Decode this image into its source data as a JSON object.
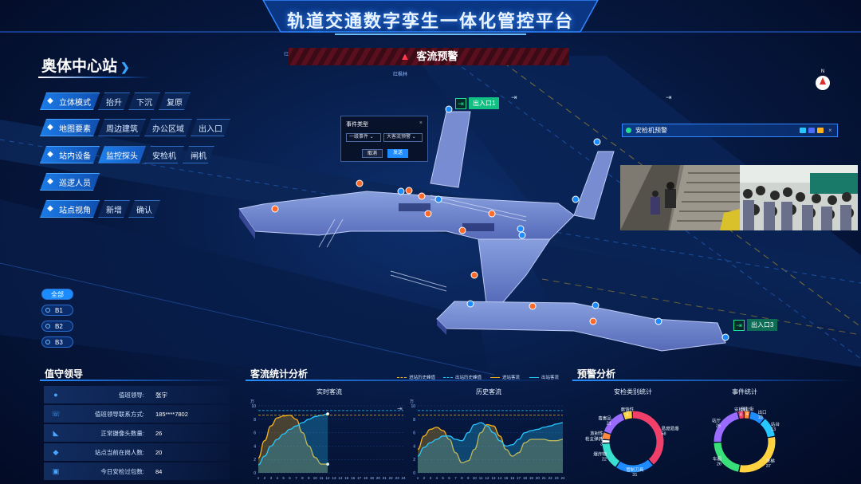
{
  "header": {
    "title": "轨道交通数字孪生一体化管控平台"
  },
  "station": {
    "name": "奥体中心站",
    "arrow": "❯"
  },
  "alert": {
    "label": "客流预警"
  },
  "map_labels": {
    "street_top": "红枫林",
    "street_left": "红枫林",
    "compass": "N"
  },
  "categories": [
    {
      "label": "立体模式",
      "icon": "cube-icon",
      "items": [
        "抬升",
        "下沉",
        "复原"
      ],
      "active": -1
    },
    {
      "label": "地图要素",
      "icon": "layers-icon",
      "items": [
        "周边建筑",
        "办公区域",
        "出入口"
      ],
      "active": -1
    },
    {
      "label": "站内设备",
      "icon": "device-icon",
      "items": [
        "监控探头",
        "安检机",
        "闸机"
      ],
      "active": 0
    },
    {
      "label": "巡逻人员",
      "icon": "people-icon",
      "items": [],
      "active": -1
    },
    {
      "label": "站点视角",
      "icon": "view-icon",
      "items": [
        "新增",
        "确认"
      ],
      "active": -1
    }
  ],
  "floors": [
    {
      "label": "全部",
      "active": true
    },
    {
      "label": "B1"
    },
    {
      "label": "B2"
    },
    {
      "label": "B3"
    }
  ],
  "entrances": {
    "e1": "出入口1",
    "e3": "出入口3"
  },
  "event_dialog": {
    "title": "事件类型",
    "close": "×",
    "select1": "一级事件",
    "select2": "大客流预警",
    "cancel": "取消",
    "send": "发送"
  },
  "camera_panel": {
    "title": "安检机预警",
    "close": "×"
  },
  "duty": {
    "title": "值守领导",
    "rows": [
      {
        "icon": "person-icon",
        "label": "值班领导:",
        "value": "张宇"
      },
      {
        "icon": "phone-icon",
        "label": "值班领导联系方式:",
        "value": "185****7802"
      },
      {
        "icon": "camera-icon",
        "label": "正常摄像头数量:",
        "value": "26"
      },
      {
        "icon": "people-count-icon",
        "label": "站点当前在岗人数:",
        "value": "20"
      },
      {
        "icon": "bag-icon",
        "label": "今日安检过包数:",
        "value": "84"
      }
    ]
  },
  "flow": {
    "title": "客流统计分析",
    "legend": [
      "进站历史峰值",
      "出站历史峰值",
      "进站客流",
      "出站客流"
    ],
    "realtime_title": "实时客流",
    "history_title": "历史客流",
    "y_unit": "万"
  },
  "warning": {
    "title": "预警分析",
    "security_title": "安检类别统计",
    "event_title": "事件统计"
  },
  "colors": {
    "accent": "#1e8cff",
    "in_flow": "#f5b21c",
    "out_flow": "#27c7ff",
    "alert": "#ff3b4b"
  },
  "chart_data": [
    {
      "type": "line",
      "title": "实时客流",
      "x": [
        1,
        2,
        3,
        4,
        5,
        6,
        7,
        8,
        9,
        10,
        11,
        12,
        13,
        14,
        15,
        16,
        17,
        18,
        19,
        20,
        21,
        22,
        23,
        24
      ],
      "ylim": [
        0,
        10
      ],
      "yticks": [
        0,
        2,
        4,
        6,
        8,
        10
      ],
      "series": [
        {
          "name": "进站客流",
          "values": [
            2.2,
            4.8,
            7.0,
            8.2,
            8.5,
            8.6,
            8.0,
            6.0,
            4.0,
            2.3,
            1.3,
            1.3
          ]
        },
        {
          "name": "出站客流",
          "values": [
            1.2,
            2.5,
            4.0,
            5.0,
            5.8,
            6.5,
            7.0,
            7.5,
            8.0,
            8.4,
            8.6,
            8.8
          ]
        },
        {
          "name": "进站历史峰值",
          "values": [
            8.6,
            8.6,
            8.6,
            8.6,
            8.6,
            8.6,
            8.6,
            8.6,
            8.6,
            8.6,
            8.6,
            8.6,
            8.6,
            8.6,
            8.6,
            8.6,
            8.6,
            8.6,
            8.6,
            8.6,
            8.6,
            8.6,
            8.6,
            8.6
          ]
        },
        {
          "name": "出站历史峰值",
          "values": [
            9.3,
            9.3,
            9.3,
            9.3,
            9.3,
            9.3,
            9.3,
            9.3,
            9.3,
            9.3,
            9.3,
            9.3,
            9.3,
            9.3,
            9.3,
            9.3,
            9.3,
            9.3,
            9.3,
            9.3,
            9.3,
            9.3,
            9.3,
            9.3
          ]
        }
      ]
    },
    {
      "type": "line",
      "title": "历史客流",
      "x": [
        1,
        2,
        3,
        4,
        5,
        6,
        7,
        8,
        9,
        10,
        11,
        12,
        13,
        14,
        15,
        16,
        17,
        18,
        19,
        20,
        21,
        22,
        23,
        24
      ],
      "ylim": [
        0,
        10
      ],
      "yticks": [
        0,
        2,
        4,
        6,
        8,
        10
      ],
      "series": [
        {
          "name": "进站客流",
          "values": [
            3.5,
            5.5,
            6.5,
            6.8,
            6.3,
            5.0,
            3.0,
            1.5,
            1.8,
            3.5,
            6.0,
            7.2,
            7.0,
            5.5,
            3.5,
            2.5,
            3.0,
            4.5,
            5.0,
            5.0,
            5.0,
            4.8,
            4.8,
            5.0
          ]
        },
        {
          "name": "出站客流",
          "values": [
            2.5,
            3.8,
            4.5,
            5.0,
            5.5,
            5.5,
            5.0,
            4.8,
            6.0,
            7.2,
            7.5,
            7.0,
            6.0,
            4.8,
            4.0,
            4.2,
            5.0,
            6.0,
            6.3,
            6.5,
            6.8,
            7.0,
            7.3,
            7.5
          ]
        },
        {
          "name": "进站历史峰值",
          "values": [
            8.6,
            8.6,
            8.6,
            8.6,
            8.6,
            8.6,
            8.6,
            8.6,
            8.6,
            8.6,
            8.6,
            8.6,
            8.6,
            8.6,
            8.6,
            8.6,
            8.6,
            8.6,
            8.6,
            8.6,
            8.6,
            8.6,
            8.6,
            8.6
          ]
        },
        {
          "name": "出站历史峰值",
          "values": [
            9.3,
            9.3,
            9.3,
            9.3,
            9.3,
            9.3,
            9.3,
            9.3,
            9.3,
            9.3,
            9.3,
            9.3,
            9.3,
            9.3,
            9.3,
            9.3,
            9.3,
            9.3,
            9.3,
            9.3,
            9.3,
            9.3,
            9.3,
            9.3
          ]
        }
      ]
    },
    {
      "type": "pie",
      "title": "安检类别统计",
      "slices": [
        {
          "label": "易燃易爆",
          "value": 58,
          "color": "#f0406a"
        },
        {
          "label": "管制刀具",
          "value": 31,
          "color": "#1e8cff"
        },
        {
          "label": "爆炸物",
          "value": 22,
          "color": "#39e0d0"
        },
        {
          "label": "枪支弹药",
          "value": 3,
          "color": "#ffffff"
        },
        {
          "label": "放射性",
          "value": 6,
          "color": "#ff8a3d"
        },
        {
          "label": "毒害品",
          "value": 21,
          "color": "#9a6bff"
        },
        {
          "label": "腐蚀性",
          "value": 8,
          "color": "#ffd23f"
        }
      ]
    },
    {
      "type": "pie",
      "title": "事件统计",
      "slices": [
        {
          "label": "商业街",
          "value": 4,
          "color": "#ff8a3d"
        },
        {
          "label": "出口",
          "value": 10,
          "color": "#1e8cff"
        },
        {
          "label": "站台",
          "value": 13,
          "color": "#27c7ff"
        },
        {
          "label": "扶梯",
          "value": 37,
          "color": "#ffd23f"
        },
        {
          "label": "车厢",
          "value": 26,
          "color": "#39e07a"
        },
        {
          "label": "站厅",
          "value": 26,
          "color": "#9a6bff"
        },
        {
          "label": "安检机",
          "value": 4,
          "color": "#f0406a"
        }
      ]
    }
  ]
}
